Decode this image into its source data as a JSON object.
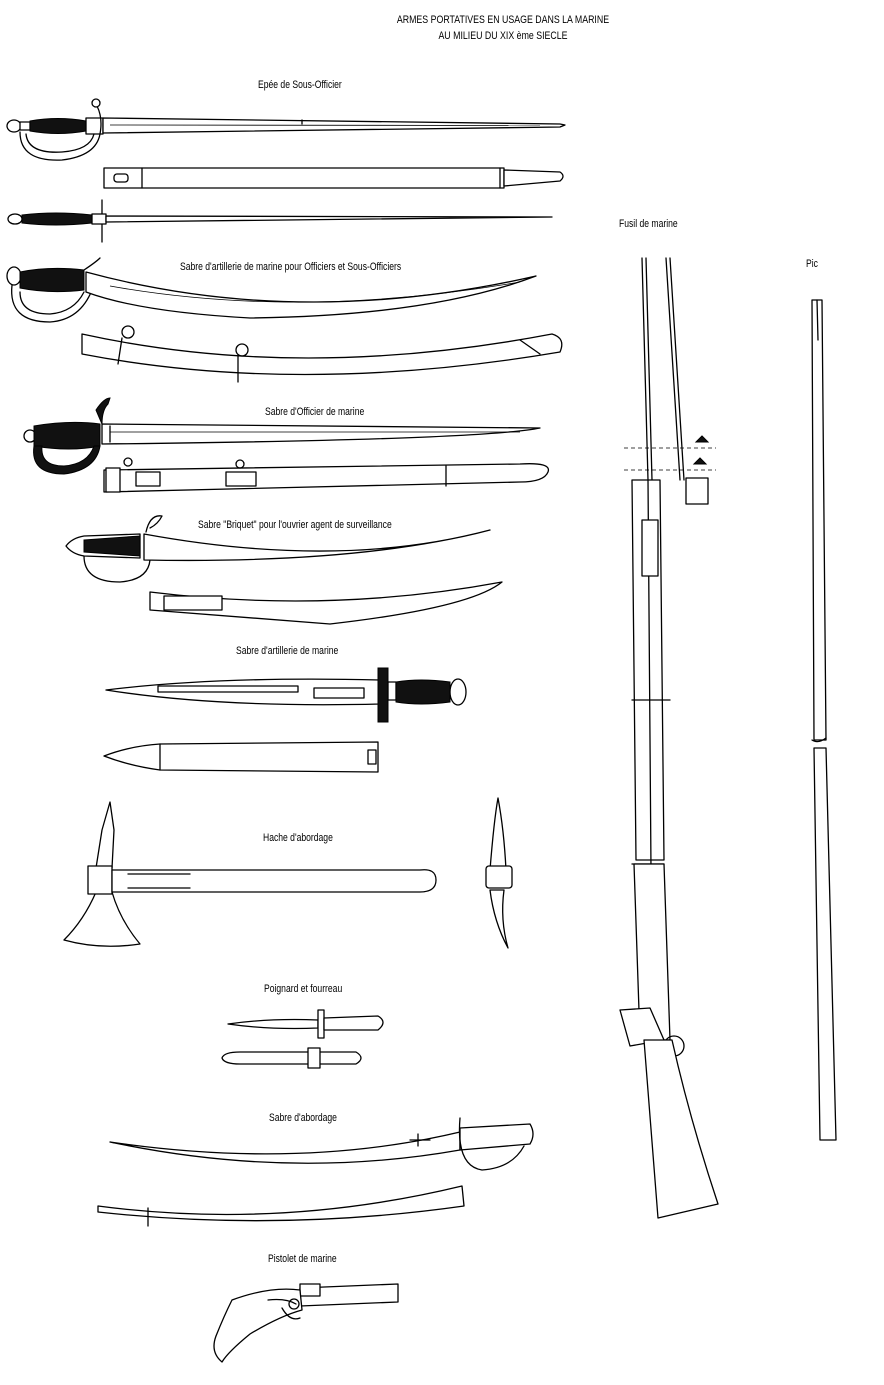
{
  "title": {
    "line1": "ARMES PORTATIVES EN USAGE DANS LA MARINE",
    "line2": "AU MILIEU DU XIX ème SIECLE"
  },
  "labels": {
    "epee": "Epée de Sous-Officier",
    "sabre_artillerie_officiers": "Sabre d'artillerie de marine pour Officiers et Sous-Officiers",
    "sabre_officier": "Sabre d'Officier de marine",
    "sabre_briquet": "Sabre \"Briquet\" pour l'ouvrier agent de surveillance",
    "sabre_artillerie": "Sabre d'artillerie de marine",
    "hache": "Hache d'abordage",
    "poignard": "Poignard et fourreau",
    "sabre_abordage": "Sabre d'abordage",
    "pistolet": "Pistolet de marine",
    "fusil": "Fusil de marine",
    "pic": "Pic"
  }
}
